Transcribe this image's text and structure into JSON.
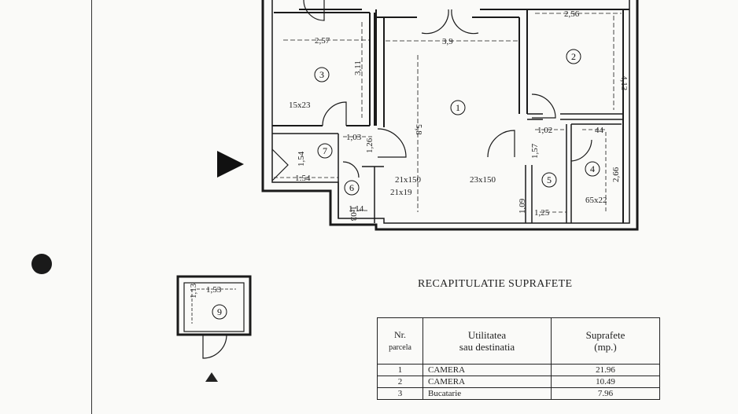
{
  "rooms": {
    "r1": "1",
    "r2": "2",
    "r3": "3",
    "r4": "4",
    "r5": "5",
    "r6": "6",
    "r7": "7",
    "r9": "9"
  },
  "dimensions": {
    "d_257": "2,57",
    "d_39": "3,9",
    "d_256": "2,56",
    "d_413": "4,13",
    "d_311": "3,11",
    "d_58": "5,8",
    "d_15x23": "15x23",
    "d_103": "1,03",
    "d_126": "1,26",
    "d_154a": "1,54",
    "d_154b": "1:54",
    "d_102": "1,02",
    "d_44": "44",
    "d_157": "1,57",
    "d_266": "2,66",
    "d_21x150": "21x150",
    "d_21x19": "21x19",
    "d_23x150": "23x150",
    "d_103b": "1,03",
    "d_114": "1,14",
    "d_109": "1,09",
    "d_125": "1,25",
    "d_65x22": "65x22",
    "d_153": "1,53",
    "d_113": "1,13"
  },
  "recap": {
    "title": "RECAPITULATIE SUPRAFETE",
    "header_nr": "Nr.",
    "header_nr_sub": "parcela",
    "header_util_1": "Utilitatea",
    "header_util_2": "sau destinatia",
    "header_supr_1": "Suprafete",
    "header_supr_2": "(mp.)",
    "rows": [
      {
        "nr": "1",
        "util": "CAMERA",
        "supr": "21.96"
      },
      {
        "nr": "2",
        "util": "CAMERA",
        "supr": "10.49"
      },
      {
        "nr": "3",
        "util": "Bucatarie",
        "supr": "7.96"
      }
    ]
  }
}
